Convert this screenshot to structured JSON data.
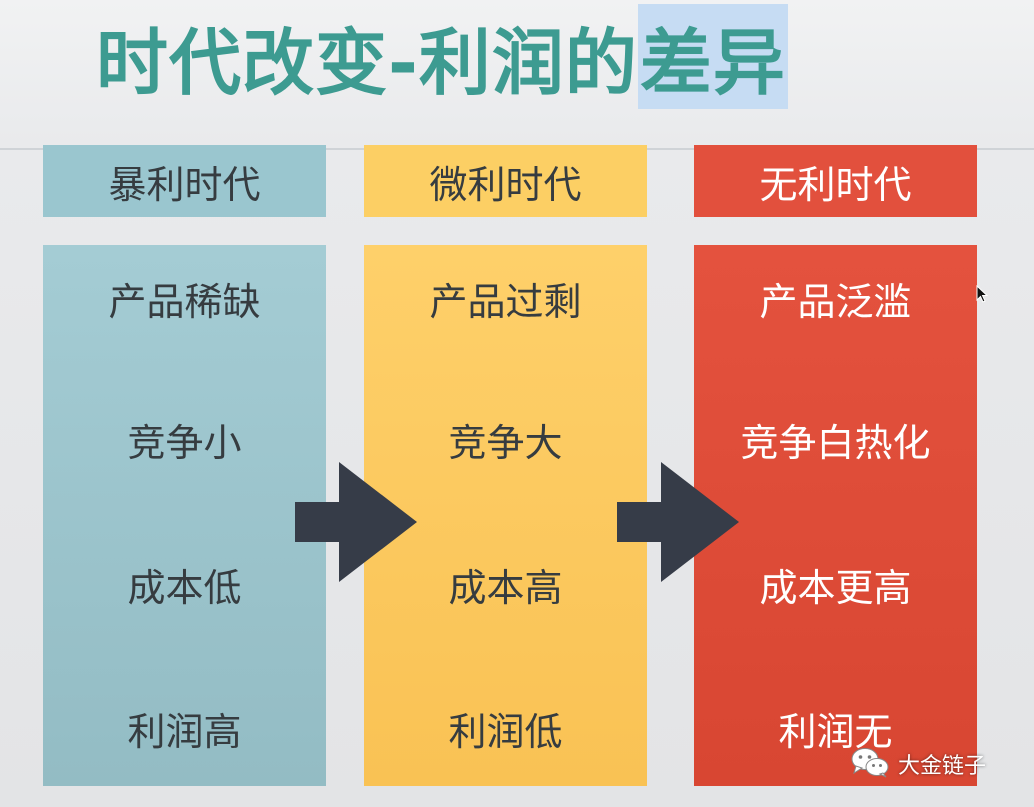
{
  "title": {
    "main": "时代改变-利润的",
    "highlighted": "差异"
  },
  "columns": [
    {
      "header": "暴利时代",
      "items": [
        "产品稀缺",
        "竞争小",
        "成本低",
        "利润高"
      ]
    },
    {
      "header": "微利时代",
      "items": [
        "产品过剩",
        "竞争大",
        "成本高",
        "利润低"
      ]
    },
    {
      "header": "无利时代",
      "items": [
        "产品泛滥",
        "竞争白热化",
        "成本更高",
        "利润无"
      ]
    }
  ],
  "watermark": {
    "text": "大金链子",
    "icon": "wechat-icon"
  },
  "colors": {
    "title": "#3d9b91",
    "title_highlight": "#c6dcf3",
    "column_1": "#9ac6cf",
    "column_2": "#fccf64",
    "column_3": "#e2503d",
    "arrow": "#363c48"
  }
}
